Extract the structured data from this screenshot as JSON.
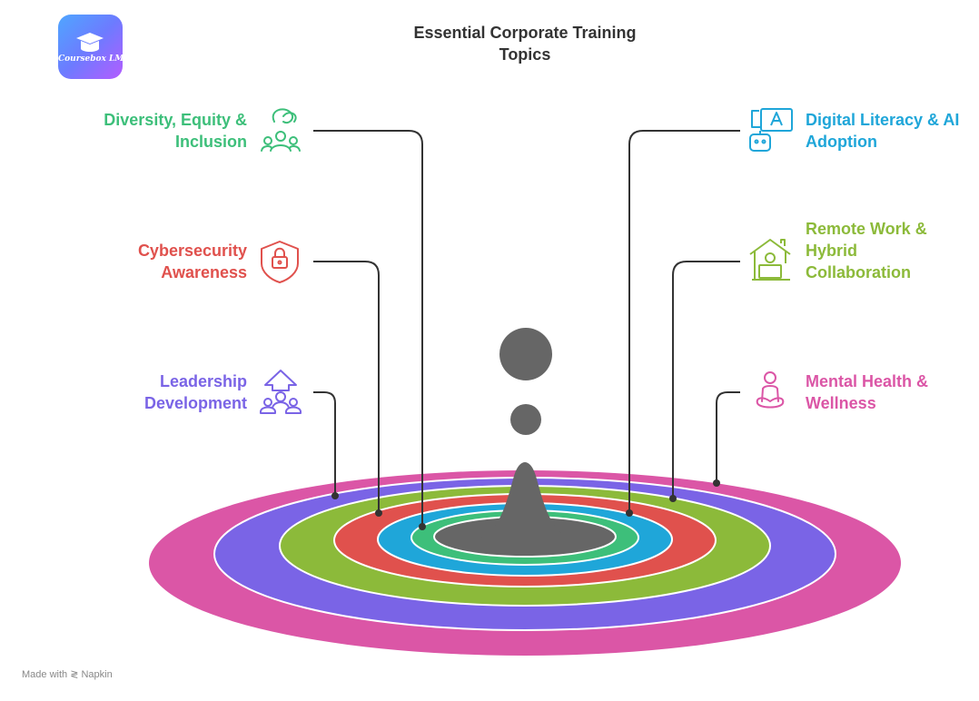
{
  "title": "Essential Corporate Training Topics",
  "logo": {
    "text": "Coursebox LMS"
  },
  "footer": {
    "prefix": "Made with",
    "brand": "Napkin"
  },
  "topics": [
    {
      "label": "Diversity, Equity & Inclusion",
      "color": "#3dbf7a",
      "icon": "diversity-people-icon",
      "side": "left"
    },
    {
      "label": "Cybersecurity Awareness",
      "color": "#e0514d",
      "icon": "security-lock-shield-icon",
      "side": "left"
    },
    {
      "label": "Leadership Development",
      "color": "#7a64e6",
      "icon": "leadership-team-icon",
      "side": "left"
    },
    {
      "label": "Digital Literacy & AI Adoption",
      "color": "#1fa6d9",
      "icon": "ai-robot-chat-icon",
      "side": "right"
    },
    {
      "label": "Remote Work & Hybrid Collaboration",
      "color": "#8cba3a",
      "icon": "remote-work-home-laptop-icon",
      "side": "right"
    },
    {
      "label": "Mental Health & Wellness",
      "color": "#db56a6",
      "icon": "meditation-wellness-icon",
      "side": "right"
    }
  ],
  "rings": [
    {
      "name": "Mental Health & Wellness",
      "color": "#db56a6"
    },
    {
      "name": "Leadership Development",
      "color": "#7a64e6"
    },
    {
      "name": "Remote Work & Hybrid Collaboration",
      "color": "#8cba3a"
    },
    {
      "name": "Cybersecurity Awareness",
      "color": "#e0514d"
    },
    {
      "name": "Digital Literacy & AI Adoption",
      "color": "#1fa6d9"
    },
    {
      "name": "Diversity, Equity & Inclusion",
      "color": "#3dbf7a"
    }
  ],
  "center_color": "#666666"
}
